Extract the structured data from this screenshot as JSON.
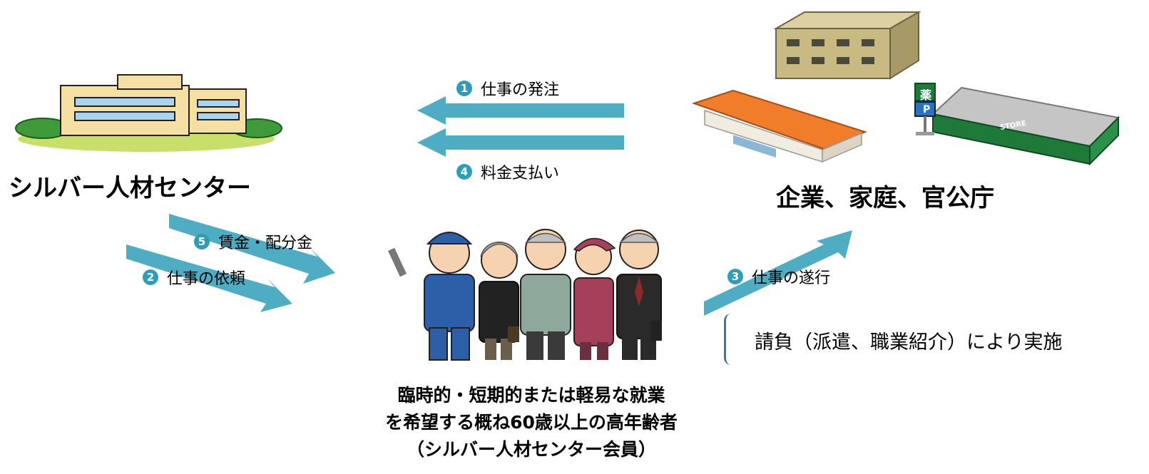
{
  "left_node": {
    "label": "シルバー人材センター"
  },
  "right_node": {
    "label": "企業、家庭、官公庁"
  },
  "center_node": {
    "caption_lines": [
      "臨時的・短期的または軽易な就業",
      "を希望する概ね60歳以上の高年齢者",
      "（シルバー人材センター会員）"
    ]
  },
  "steps": [
    {
      "num": "1",
      "label": "仕事の発注"
    },
    {
      "num": "4",
      "label": "料金支払い"
    },
    {
      "num": "5",
      "label": "賃金・配分金"
    },
    {
      "num": "2",
      "label": "仕事の依頼"
    },
    {
      "num": "3",
      "label": "仕事の遂行"
    }
  ],
  "note": {
    "text": "請負（派遣、職業紹介）により実施"
  },
  "store_sign": {
    "text": "STORE"
  },
  "pharmacy_sign": {
    "text": "薬"
  },
  "parking_sign": {
    "text": "P"
  },
  "colors": {
    "arrow": "#4fadc3",
    "number_badge": "#2e9db8",
    "bracket": "#4a6fa8"
  }
}
